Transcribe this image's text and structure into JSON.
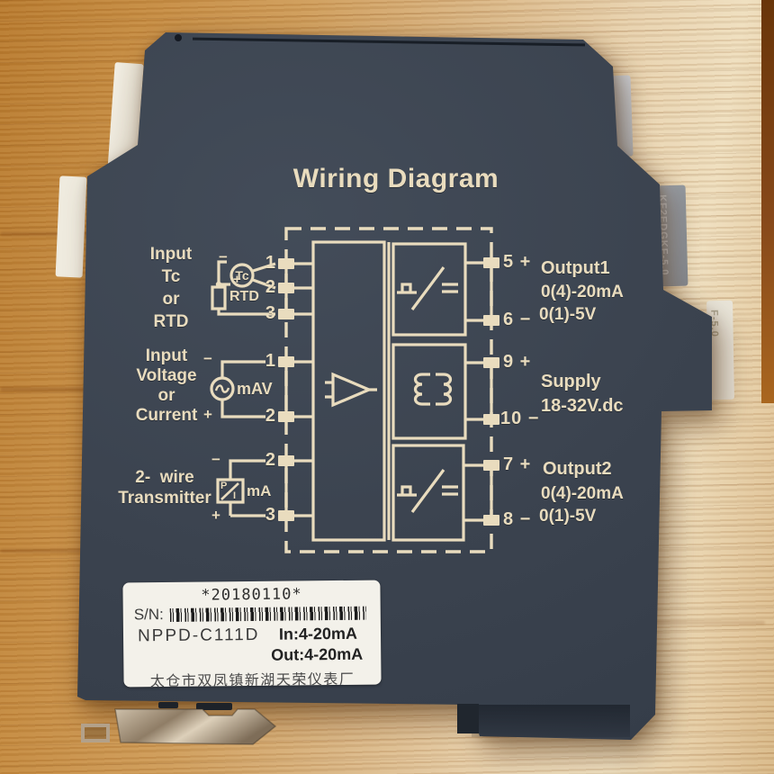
{
  "device": {
    "title": "Wiring Diagram",
    "inputs": [
      {
        "lines": [
          "Input",
          "Tc",
          "or",
          "RTD"
        ],
        "minus": "−",
        "plus": "+",
        "tc_symbol": "Tc",
        "rtd_symbol": "RTD"
      },
      {
        "lines": [
          "Input",
          "Voltage",
          "or",
          "Current"
        ],
        "minus": "−",
        "plus": "+",
        "source_symbol": "mAV"
      },
      {
        "lines": [
          "2-  wire",
          "Transmitter"
        ],
        "minus": "−",
        "plus": "+",
        "pi_p": "P",
        "pi_i": "I",
        "unit": "mA"
      }
    ],
    "left_terminal_numbers": [
      "1",
      "2",
      "3",
      "1",
      "2",
      "2",
      "3"
    ],
    "right_terminals": [
      "5 +",
      "6 −",
      "9 +",
      "10 −",
      "7 +",
      "8 −"
    ],
    "right_labels": [
      {
        "lines": [
          "Output1",
          "0(4)-20mA",
          "0(1)-5V"
        ]
      },
      {
        "lines": [
          "Supply",
          "18-32V.dc"
        ]
      },
      {
        "lines": [
          "Output2",
          "0(4)-20mA",
          "0(1)-5V"
        ]
      }
    ],
    "sticker": {
      "date": "*20180110*",
      "sn_label": "S/N:",
      "model": "NPPD-C111D",
      "input_range": "In:4-20mA",
      "output_range": "Out:4-20mA",
      "manufacturer": "太仓市双凤镇新湖天荣仪表厂"
    },
    "connector_labels": {
      "middle": "KF2EDGKF-5.0",
      "lower": "F-5.0"
    },
    "colors": {
      "body": "#3b434f",
      "print": "#e9dcbe",
      "wood": "#cf9a55",
      "sticker": "#f3f1ea"
    }
  }
}
